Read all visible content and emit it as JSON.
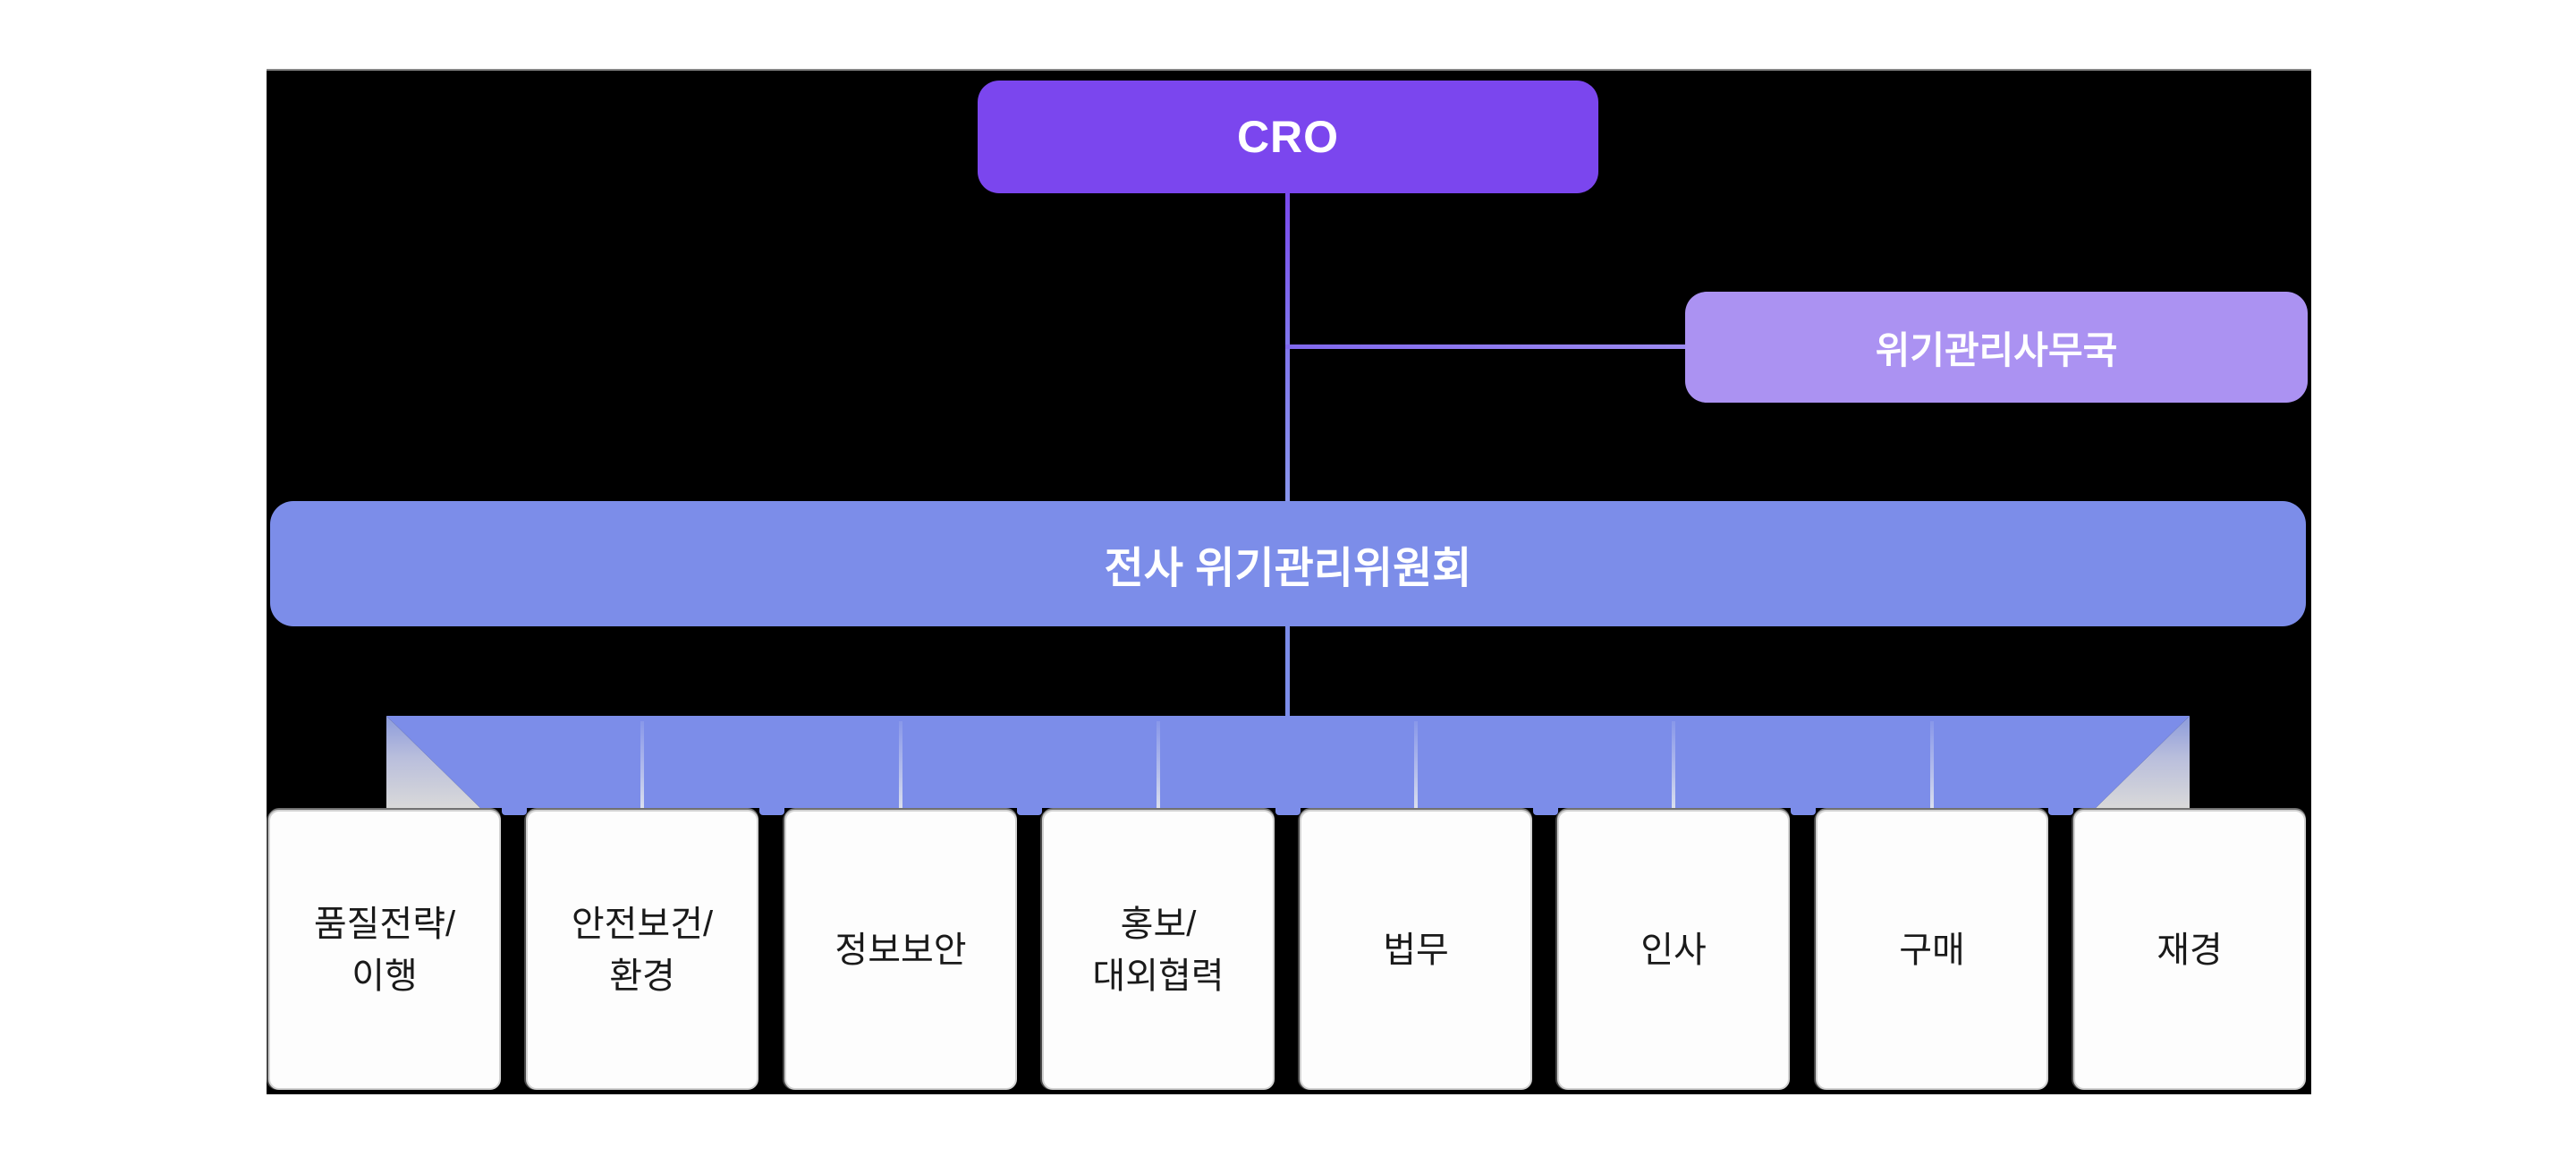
{
  "chart": {
    "type": "org-chart",
    "root": {
      "label": "CRO"
    },
    "secretariat": {
      "label": "위기관리사무국"
    },
    "committee": {
      "label": "전사 위기관리위원회"
    },
    "departments": [
      {
        "label": "품질전략/이행",
        "lines": [
          "품질전략/",
          "이행"
        ]
      },
      {
        "label": "안전보건/환경",
        "lines": [
          "안전보건/",
          "환경"
        ]
      },
      {
        "label": "정보보안",
        "lines": [
          "정보보안"
        ]
      },
      {
        "label": "홍보/대외협력",
        "lines": [
          "홍보/",
          "대외협력"
        ]
      },
      {
        "label": "법무",
        "lines": [
          "법무"
        ]
      },
      {
        "label": "인사",
        "lines": [
          "인사"
        ]
      },
      {
        "label": "구매",
        "lines": [
          "구매"
        ]
      },
      {
        "label": "재경",
        "lines": [
          "재경"
        ]
      }
    ]
  },
  "colors": {
    "page_bg": "#ffffff",
    "canvas_bg": "#000000",
    "cro_box": "#7b46ee",
    "secretariat_box": "#ab92f2",
    "committee_bar": "#7c8de9",
    "band": "#7c8de9",
    "connector_top": "#7a49ee",
    "connector_bottom": "#8996ec",
    "dept_box_bg": "#fdfdfd",
    "dept_box_border": "#d2d2d2",
    "dept_text": "#1a1a1a"
  }
}
